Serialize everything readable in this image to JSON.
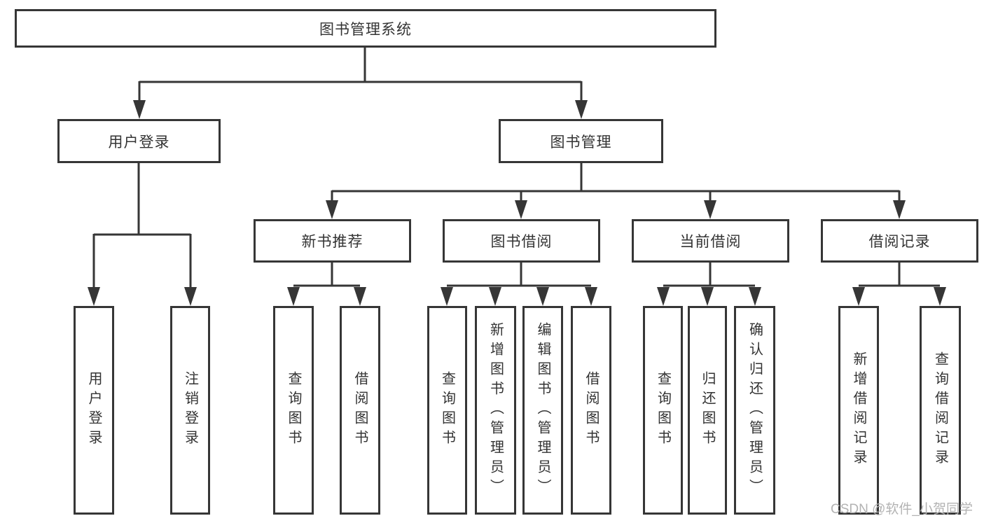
{
  "tree": {
    "label": "图书管理系统",
    "children": [
      {
        "label": "用户登录",
        "children": [
          {
            "label": "用户登录"
          },
          {
            "label": "注销登录"
          }
        ]
      },
      {
        "label": "图书管理",
        "children": [
          {
            "label": "新书推荐",
            "children": [
              {
                "label": "查询图书"
              },
              {
                "label": "借阅图书"
              }
            ]
          },
          {
            "label": "图书借阅",
            "children": [
              {
                "label": "查询图书"
              },
              {
                "label": "新增图书（管理员）"
              },
              {
                "label": "编辑图书（管理员）"
              },
              {
                "label": "借阅图书"
              }
            ]
          },
          {
            "label": "当前借阅",
            "children": [
              {
                "label": "查询图书"
              },
              {
                "label": "归还图书"
              },
              {
                "label": "确认归还（管理员）"
              }
            ]
          },
          {
            "label": "借阅记录",
            "children": [
              {
                "label": "新增借阅记录"
              },
              {
                "label": "查询借阅记录"
              }
            ]
          }
        ]
      }
    ]
  },
  "watermark": {
    "text": "CSDN @软件_小贺同学"
  },
  "colors": {
    "line": "#363636",
    "box_border": "#363636",
    "text": "#333333",
    "watermark": "#b3b3b3",
    "background": "#ffffff"
  }
}
